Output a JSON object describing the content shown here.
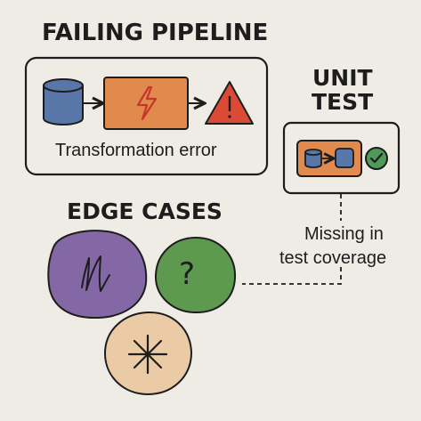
{
  "failing_pipeline": {
    "title": "FAILING PIPELINE",
    "caption": "Transformation error",
    "colors": {
      "database": "#5976a8",
      "transform": "#e08a4e",
      "warning": "#db4a34"
    },
    "icons": [
      "database-icon",
      "lightning-bolt-icon",
      "warning-triangle-icon"
    ]
  },
  "unit_test": {
    "title_line1": "UNIT",
    "title_line2": "TEST",
    "colors": {
      "box": "#e08a4e",
      "nodes": "#5976a8",
      "check": "#4d9a59"
    },
    "icons": [
      "database-icon",
      "node-icon",
      "check-circle-icon"
    ]
  },
  "edge_cases": {
    "title": "EDGE CASES",
    "blobs": [
      {
        "name": "squiggle-blob",
        "color": "#8468a5",
        "icon": "squiggle-icon"
      },
      {
        "name": "question-blob",
        "color": "#5d9a50",
        "icon": "question-mark-icon",
        "glyph": "?"
      },
      {
        "name": "asterisk-blob",
        "color": "#ebcba6",
        "icon": "asterisk-icon"
      }
    ]
  },
  "coverage_note": {
    "line1": "Missing in",
    "line2": "test coverage"
  }
}
